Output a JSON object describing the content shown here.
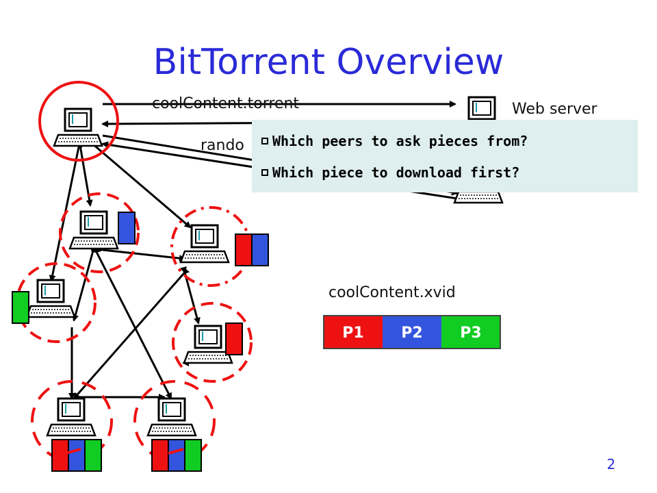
{
  "slide": {
    "title": "BitTorrent Overview",
    "page_number": "2"
  },
  "labels": {
    "torrent_file": "coolContent.torrent",
    "web_server": "Web server",
    "random_partial": "rando",
    "content_file": "coolContent.xvid"
  },
  "pieces": [
    {
      "label": "P1",
      "color": "#ee1111"
    },
    {
      "label": "P2",
      "color": "#3355dd"
    },
    {
      "label": "P3",
      "color": "#11cc22"
    }
  ],
  "callout": {
    "questions": [
      "Which peers to ask pieces from?",
      "Which piece to download first?"
    ]
  }
}
